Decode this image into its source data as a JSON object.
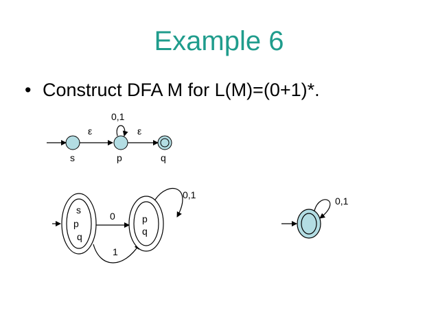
{
  "slide": {
    "title": "Example 6",
    "bullet": "Construct DFA M for L(M)=(0+1)*."
  },
  "nfa": {
    "state_s": "s",
    "state_p": "p",
    "state_q": "q",
    "edge_s_p": "ε",
    "edge_p_q": "ε",
    "self_loop_p": "0,1"
  },
  "dfa_subset": {
    "set1_s": "s",
    "set1_p": "p",
    "set1_q": "q",
    "set2_p": "p",
    "set2_q": "q",
    "edge_0": "0",
    "edge_1": "1",
    "self_loop": "0,1"
  },
  "dfa_min": {
    "self_loop": "0,1"
  },
  "colors": {
    "title": "#1f9c8c",
    "state_fill": "#b3dde3"
  }
}
